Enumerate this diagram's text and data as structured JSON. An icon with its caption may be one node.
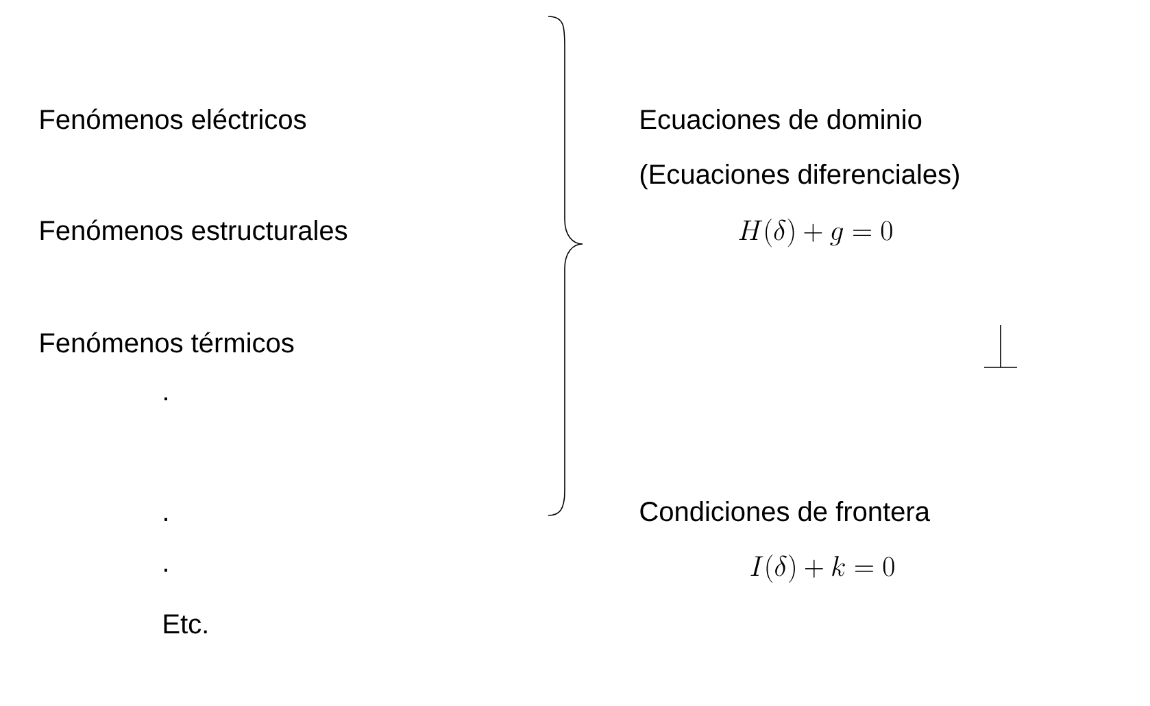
{
  "diagram": {
    "labels": [
      "Fenómenos eléctricos",
      "Ecuaciones de dominio",
      "(Ecuaciones diferenciales)",
      "Fenómenos estructurales",
      "H(\\delta) + g = 0",
      "Fenómenos térmicos",
      ".",
      ".",
      "Condiciones de frontera",
      ".",
      "I(\\delta) + k = 0",
      "Etc."
    ]
  }
}
